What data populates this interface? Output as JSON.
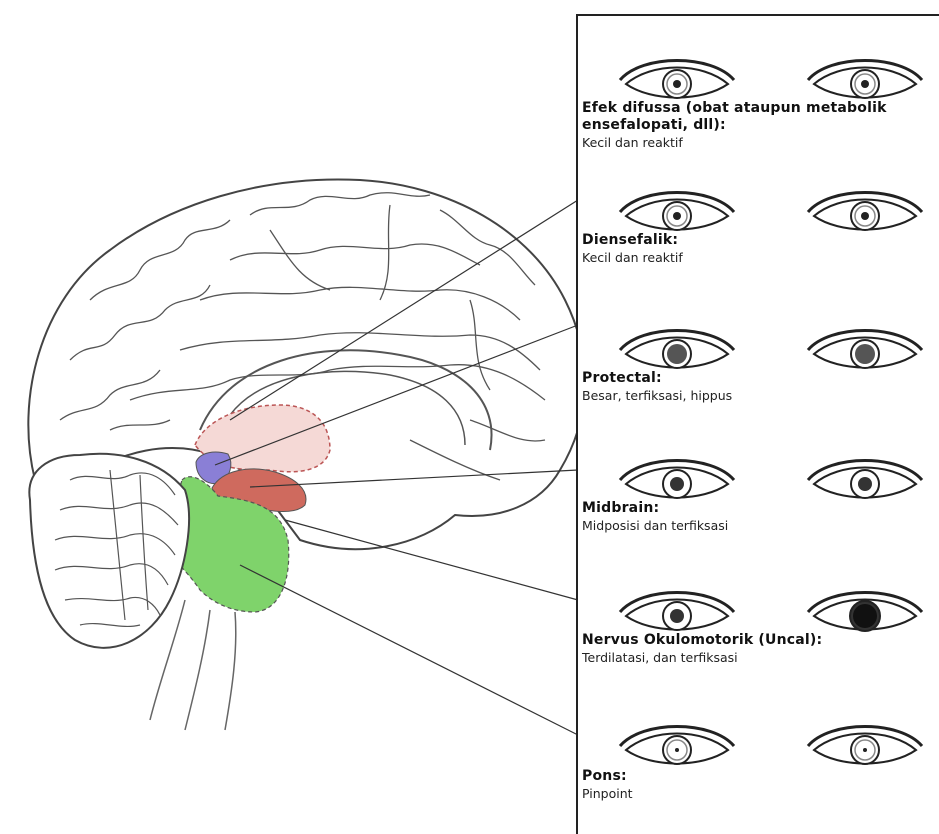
{
  "entries": [
    {
      "title": "Efek difussa (obat ataupun metabolik",
      "title2": "ensefalopati, dll):",
      "desc": "Kecil dan reaktif",
      "region": "diffuse",
      "left_pupil": "small",
      "right_pupil": "small"
    },
    {
      "title": "Diensefalik:",
      "desc": "Kecil dan reaktif",
      "region": "diencephalon",
      "left_pupil": "small",
      "right_pupil": "small"
    },
    {
      "title": "Protectal:",
      "desc": "Besar, terfiksasi, hippus",
      "region": "pretectum",
      "left_pupil": "large",
      "right_pupil": "large"
    },
    {
      "title": "Midbrain:",
      "desc": "Midposisi dan terfiksasi",
      "region": "midbrain",
      "left_pupil": "mid",
      "right_pupil": "mid"
    },
    {
      "title": "Nervus Okulomotorik (Uncal):",
      "desc": "Terdilatasi, dan terfiksasi",
      "region": "uncal",
      "left_pupil": "mid",
      "right_pupil": "dilated"
    },
    {
      "title": "Pons:",
      "desc": "Pinpoint",
      "region": "pons",
      "left_pupil": "pinpoint",
      "right_pupil": "pinpoint"
    }
  ],
  "colors": {
    "diencephalon": "#f5d9d6",
    "pretectum": "#8a7fd6",
    "midbrain": "#cf6a5e",
    "pons": "#7fd36b",
    "outline": "#555555"
  }
}
